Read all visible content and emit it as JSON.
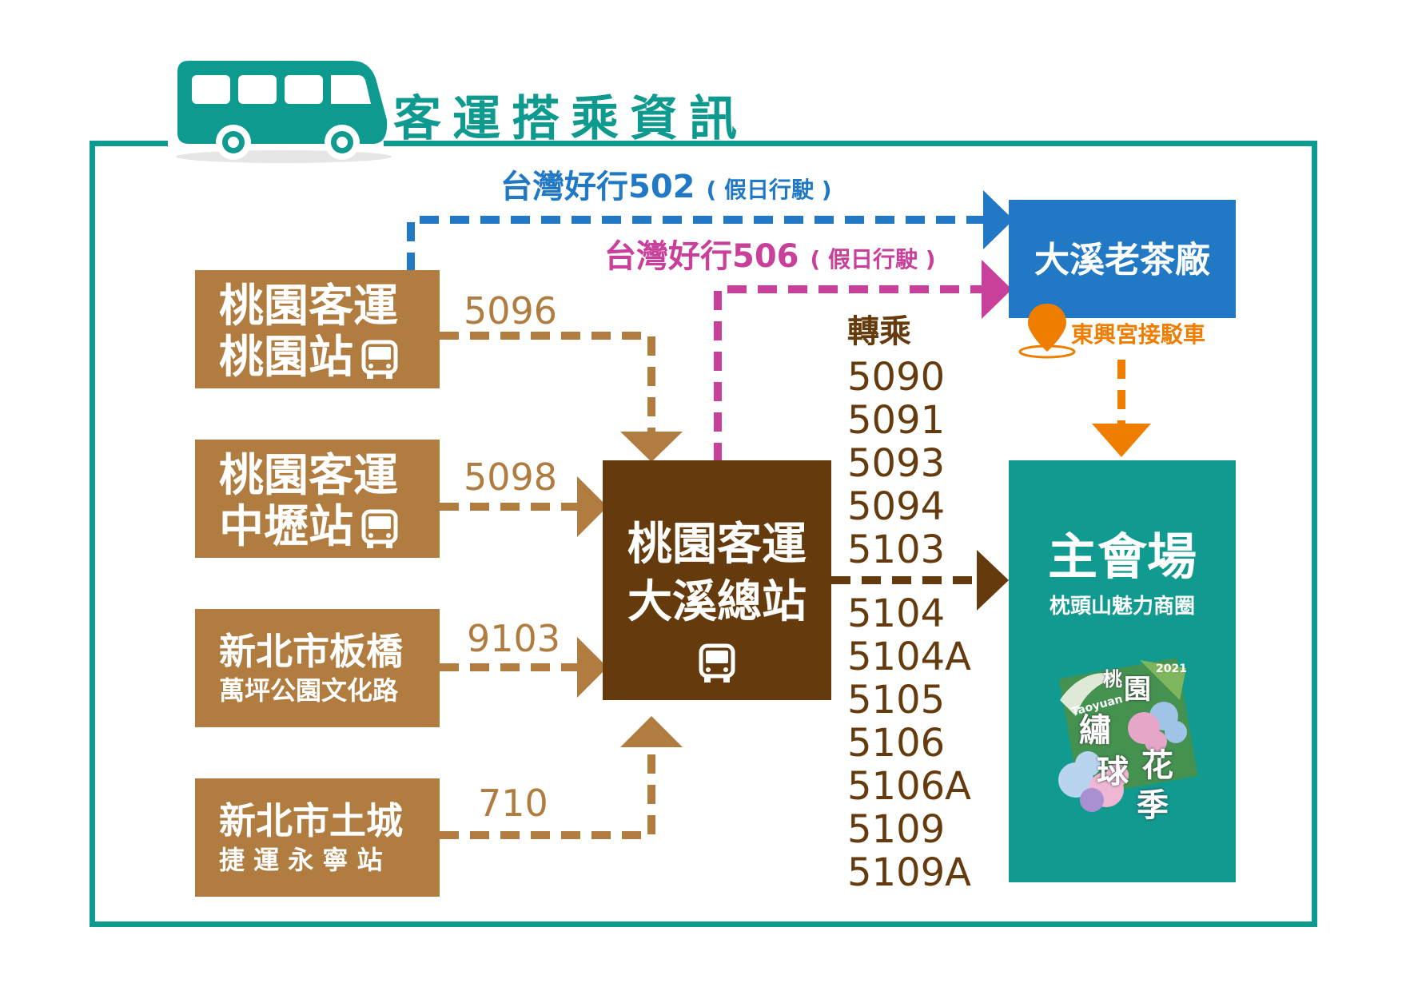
{
  "header": {
    "title": "客運搭乘資訊",
    "bus_icon": "bus-icon"
  },
  "origins": [
    {
      "line1": "桃園客運",
      "line2": "桃園站",
      "route": "5096",
      "icon": "bus-icon"
    },
    {
      "line1": "桃園客運",
      "line2": "中壢站",
      "route": "5098",
      "icon": "bus-icon"
    },
    {
      "line1": "新北市板橋",
      "line2": "萬坪公園文化路",
      "route": "9103"
    },
    {
      "line1": "新北市土城",
      "line2": "捷 運 永 寧 站",
      "route": "710"
    }
  ],
  "hub": {
    "line1": "桃園客運",
    "line2": "大溪總站",
    "icon": "bus-icon"
  },
  "tourist_lines": [
    {
      "name": "台灣好行502",
      "note": "( 假日行駛 )",
      "color": "#2178c4"
    },
    {
      "name": "台灣好行506",
      "note": "( 假日行駛 )",
      "color": "#c9409a"
    }
  ],
  "tea_factory": {
    "label": "大溪老茶廠"
  },
  "shuttle": {
    "label": "東興宮接駁車",
    "icon": "map-pin-icon",
    "color": "#ef7d00"
  },
  "transfer": {
    "heading": "轉乘",
    "routes": [
      "5090",
      "5091",
      "5093",
      "5094",
      "5103",
      "5104",
      "5104A",
      "5105",
      "5106",
      "5106A",
      "5109",
      "5109A"
    ]
  },
  "main_venue": {
    "title": "主會場",
    "subtitle": "枕頭山魅力商圈",
    "logo": {
      "text1": "桃",
      "text2": "園",
      "text3": "繡",
      "text4": "球",
      "text5": "花",
      "text6": "季",
      "year": "2021",
      "roman": "Taoyuan"
    }
  },
  "colors": {
    "teal": "#0f9a8f",
    "origin_brown": "#b07c40",
    "hub_brown": "#653a0d",
    "blue": "#2178c4",
    "magenta": "#c9409a",
    "orange": "#ef7d00"
  }
}
